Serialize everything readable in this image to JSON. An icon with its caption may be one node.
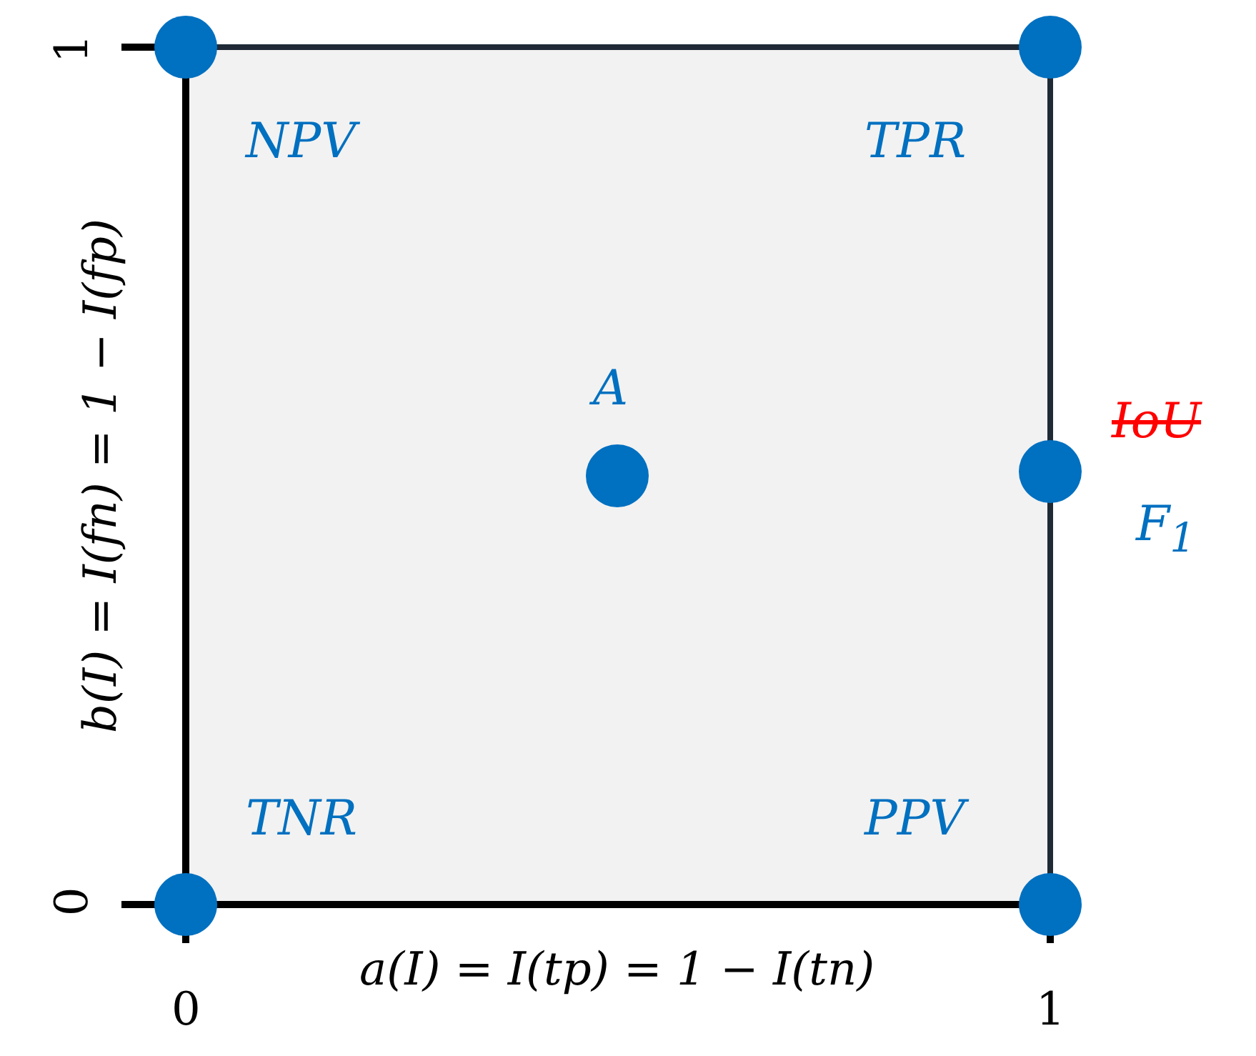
{
  "diagram": {
    "nodes": [
      {
        "text": [],
        "shape": "circle",
        "beside": [
          "NPV"
        ]
      },
      {
        "text": [],
        "shape": "circle",
        "beside": [
          "TPR"
        ]
      },
      {
        "text": [],
        "shape": "circle",
        "beside": [
          "A"
        ]
      },
      {
        "text": [],
        "shape": "circle",
        "beside": [
          "IoU",
          "F$_{1}$"
        ]
      },
      {
        "text": [],
        "shape": "circle",
        "beside": [
          "TNR"
        ]
      },
      {
        "text": [],
        "shape": "circle",
        "beside": [
          "PPV"
        ]
      }
    ],
    "edges": [],
    "labels": [
      "1",
      "b(I) = I(fn) = 1 − I(fp)",
      "0",
      "a(I) = I(tp) = 1 − I(tn)",
      "0",
      "1"
    ]
  }
}
